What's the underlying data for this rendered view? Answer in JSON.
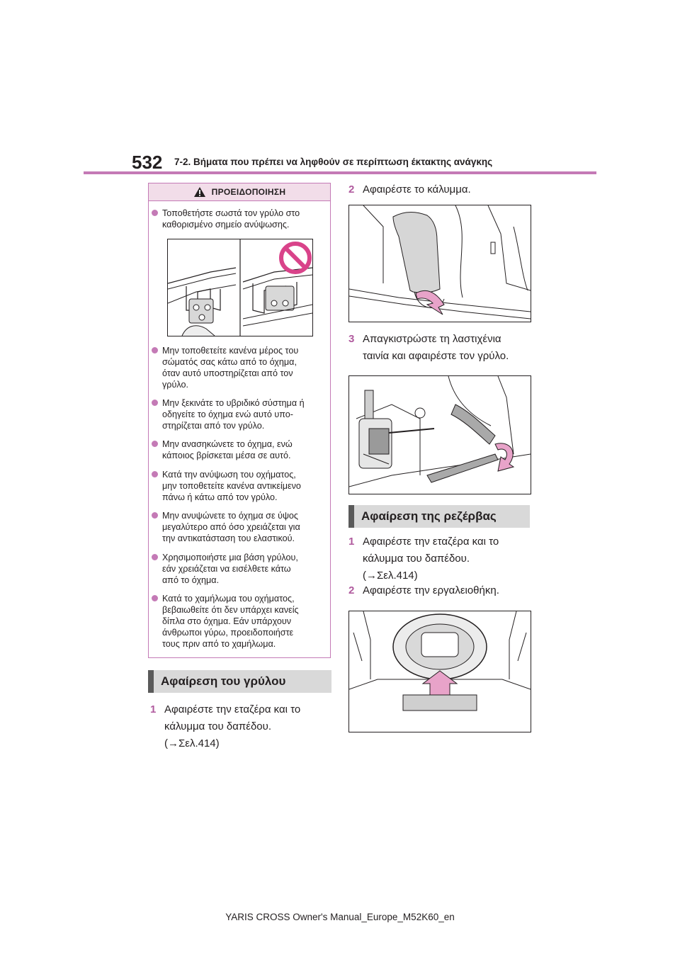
{
  "header": {
    "page_number": "532",
    "section": "7-2. Βήματα που πρέπει να ληφθούν σε περίπτωση έκτακτης ανάγκης"
  },
  "warning": {
    "title": "ΠΡΟΕΙΔΟΠΟΙΗΣΗ",
    "items": [
      [
        "Τοποθετήστε σωστά τον γρύλο στο",
        "καθορισμένο σημείο ανύψωσης."
      ],
      [
        "Μην τοποθετείτε κανένα μέρος του",
        "σώματός σας κάτω από το όχημα,",
        "όταν αυτό υποστηρίζεται από τον",
        "γρύλο."
      ],
      [
        "Μην ξεκινάτε το υβριδικό σύστημα ή",
        "οδηγείτε το όχημα ενώ αυτό υπο-",
        "στηρίζεται από τον γρύλο."
      ],
      [
        "Μην ανασηκώνετε το όχημα, ενώ",
        "κάποιος βρίσκεται μέσα σε αυτό."
      ],
      [
        "Κατά την ανύψωση του οχήματος,",
        "μην τοποθετείτε κανένα αντικείμενο",
        "πάνω ή κάτω από τον γρύλο."
      ],
      [
        "Μην ανυψώνετε το όχημα σε ύψος",
        "μεγαλύτερο από όσο χρειάζεται για",
        "την αντικατάσταση του ελαστικού."
      ],
      [
        "Χρησιμοποιήστε μια βάση γρύλου,",
        "εάν χρειάζεται να εισέλθετε κάτω",
        "από το όχημα."
      ],
      [
        "Κατά το χαμήλωμα του οχήματος,",
        "βεβαιωθείτε ότι δεν υπάρχει κανείς",
        "δίπλα στο όχημα. Εάν υπάρχουν",
        "άνθρωποι γύρω, προειδοποιήστε",
        "τους πριν από το χαμήλωμα."
      ]
    ]
  },
  "jack_section": {
    "heading": "Αφαίρεση του γρύλου",
    "step1": {
      "num": "1",
      "lines": [
        "Αφαιρέστε την εταζέρα και το",
        "κάλυμμα του δαπέδου.",
        "(→Σελ.414)"
      ]
    },
    "step2": {
      "num": "2",
      "lines": [
        "Αφαιρέστε το κάλυμμα."
      ]
    },
    "step3": {
      "num": "3",
      "lines": [
        "Απαγκιστρώστε τη λαστιχένια",
        "ταινία και αφαιρέστε τον γρύλο."
      ]
    }
  },
  "spare_section": {
    "heading": "Αφαίρεση της ρεζέρβας",
    "step1": {
      "num": "1",
      "lines": [
        "Αφαιρέστε την εταζέρα και το",
        "κάλυμμα του δαπέδου.",
        "(→Σελ.414)"
      ]
    },
    "step2": {
      "num": "2",
      "lines": [
        "Αφαιρέστε την εργαλειοθήκη."
      ]
    }
  },
  "footer": "YARIS CROSS Owner's Manual_Europe_M52K60_en",
  "colors": {
    "accent": "#c47ab6",
    "warning_head_bg": "#f2dde9",
    "heading_bar": "#d9d9d9",
    "arrow": "#e8a3c9"
  }
}
